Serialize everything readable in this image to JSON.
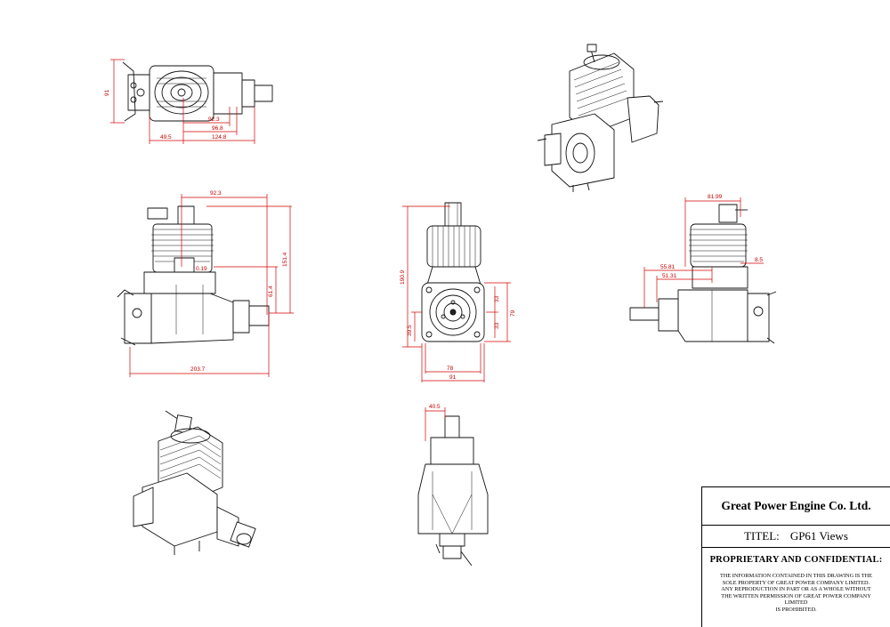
{
  "title_block": {
    "company": "Great Power Engine Co. Ltd.",
    "title_label": "TITEL:",
    "title_value": "GP61 Views",
    "confidential_heading": "PROPRIETARY AND CONFIDENTIAL:",
    "notice": "THE INFORMATION CONTAINED IN THIS DRAWING IS THE\nSOLE PROPERTY OF GREAT POWER COMPANY LIMITED.\nANY REPRODUCTION IN PART OR AS A WHOLE WITHOUT\nTHE WRITTEN PERMISSION OF GREAT POWER COMPANY\nLIMITED\nIS PROHIBITED."
  },
  "dimensions": {
    "top_view": {
      "height": "91",
      "d1": "92.3",
      "d2": "96.8",
      "d3": "49.5",
      "d4": "124.8"
    },
    "side_view": {
      "top_width": "92.3",
      "height_total": "151.4",
      "height_mid": "61.4",
      "small": "0.19",
      "length": "203.7"
    },
    "front_view": {
      "height": "190.9",
      "h33a": "33",
      "h79": "79",
      "h33b": "33",
      "h39": "39.5",
      "w78": "78",
      "w91": "91"
    },
    "right_view": {
      "top_width": "81.99",
      "d_55": "55.81",
      "d_51": "51.31",
      "d_8": "8.5"
    },
    "bottom_view": {
      "width": "40.5"
    }
  },
  "colors": {
    "dimension": "#d40000",
    "outline": "#111111"
  }
}
